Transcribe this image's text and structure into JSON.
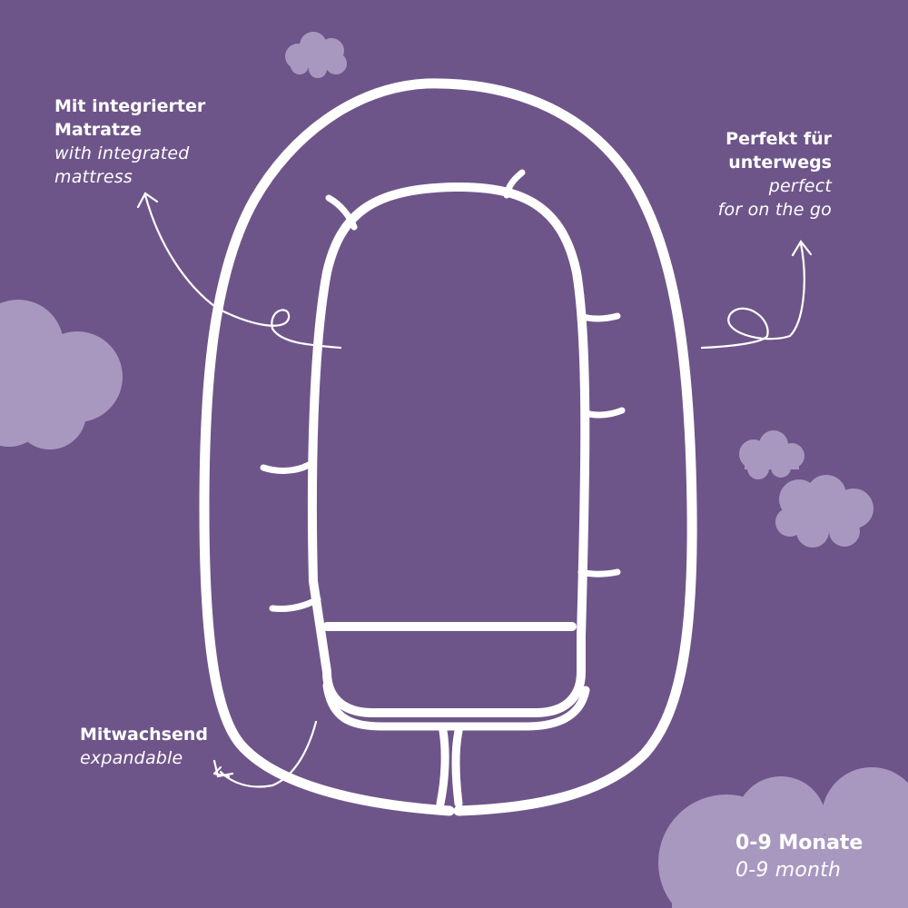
{
  "colors": {
    "background": "#6e5589",
    "cloud": "#a898bf",
    "line": "#ffffff"
  },
  "labels": {
    "mattress": {
      "de": "Mit integrierter Matratze",
      "de_line1": "Mit integrierter",
      "de_line2": "Matratze",
      "en_line1": "with integrated",
      "en_line2": "mattress"
    },
    "on_the_go": {
      "de_line1": "Perfekt für",
      "de_line2": "unterwegs",
      "en_line1": "perfect",
      "en_line2": "for on the go"
    },
    "expandable": {
      "de": "Mitwachsend",
      "en": "expandable"
    },
    "age": {
      "de": "0-9 Monate",
      "en": "0-9 month"
    }
  },
  "icons": [
    "cloud-icon",
    "arrow-icon",
    "baby-nest-illustration"
  ]
}
